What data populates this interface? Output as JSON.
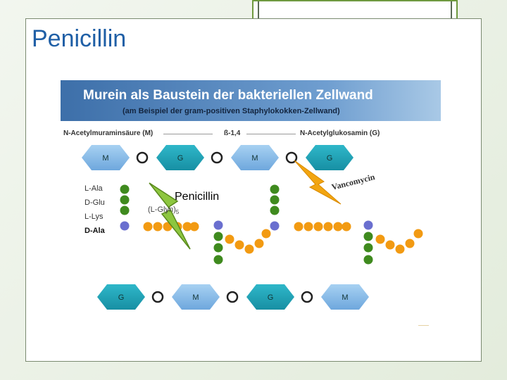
{
  "slide": {
    "title": "Penicillin"
  },
  "diagram": {
    "title": "Murein als Baustein der bakteriellen Zellwand",
    "subtitle": "(am Beispiel der gram-positiven Staphylokokken-Zellwand)",
    "label_nam": "N-Acetylmuraminsäure (M)",
    "label_bond": "ß-1,4",
    "label_nag": "N-Acetylglukosamin (G)",
    "amino_acids": [
      "L-Ala",
      "D-Glu",
      "L-Lys",
      "D-Ala"
    ],
    "pentaglycine": "(L-Gly",
    "pentaglycine_tail": "n)",
    "pentaglycine_sub": "5",
    "vancomycin_label": "Vancomycin",
    "penicillin_label": "Penicillin",
    "top_chain": [
      "M",
      "G",
      "M",
      "G"
    ],
    "bottom_chain": [
      "G",
      "M",
      "G",
      "M"
    ],
    "footer_note": "———"
  },
  "colors": {
    "accent": "#1f5fa6",
    "frame_green": "#6f9a3f",
    "hexagon": "#1ea7b8",
    "hexagon_light": "#7fb6e8",
    "green_bead": "#3f8a1e",
    "orange_bead": "#f29a12",
    "purple_bead": "#6a6fcf",
    "lightning": "#f2a510"
  }
}
